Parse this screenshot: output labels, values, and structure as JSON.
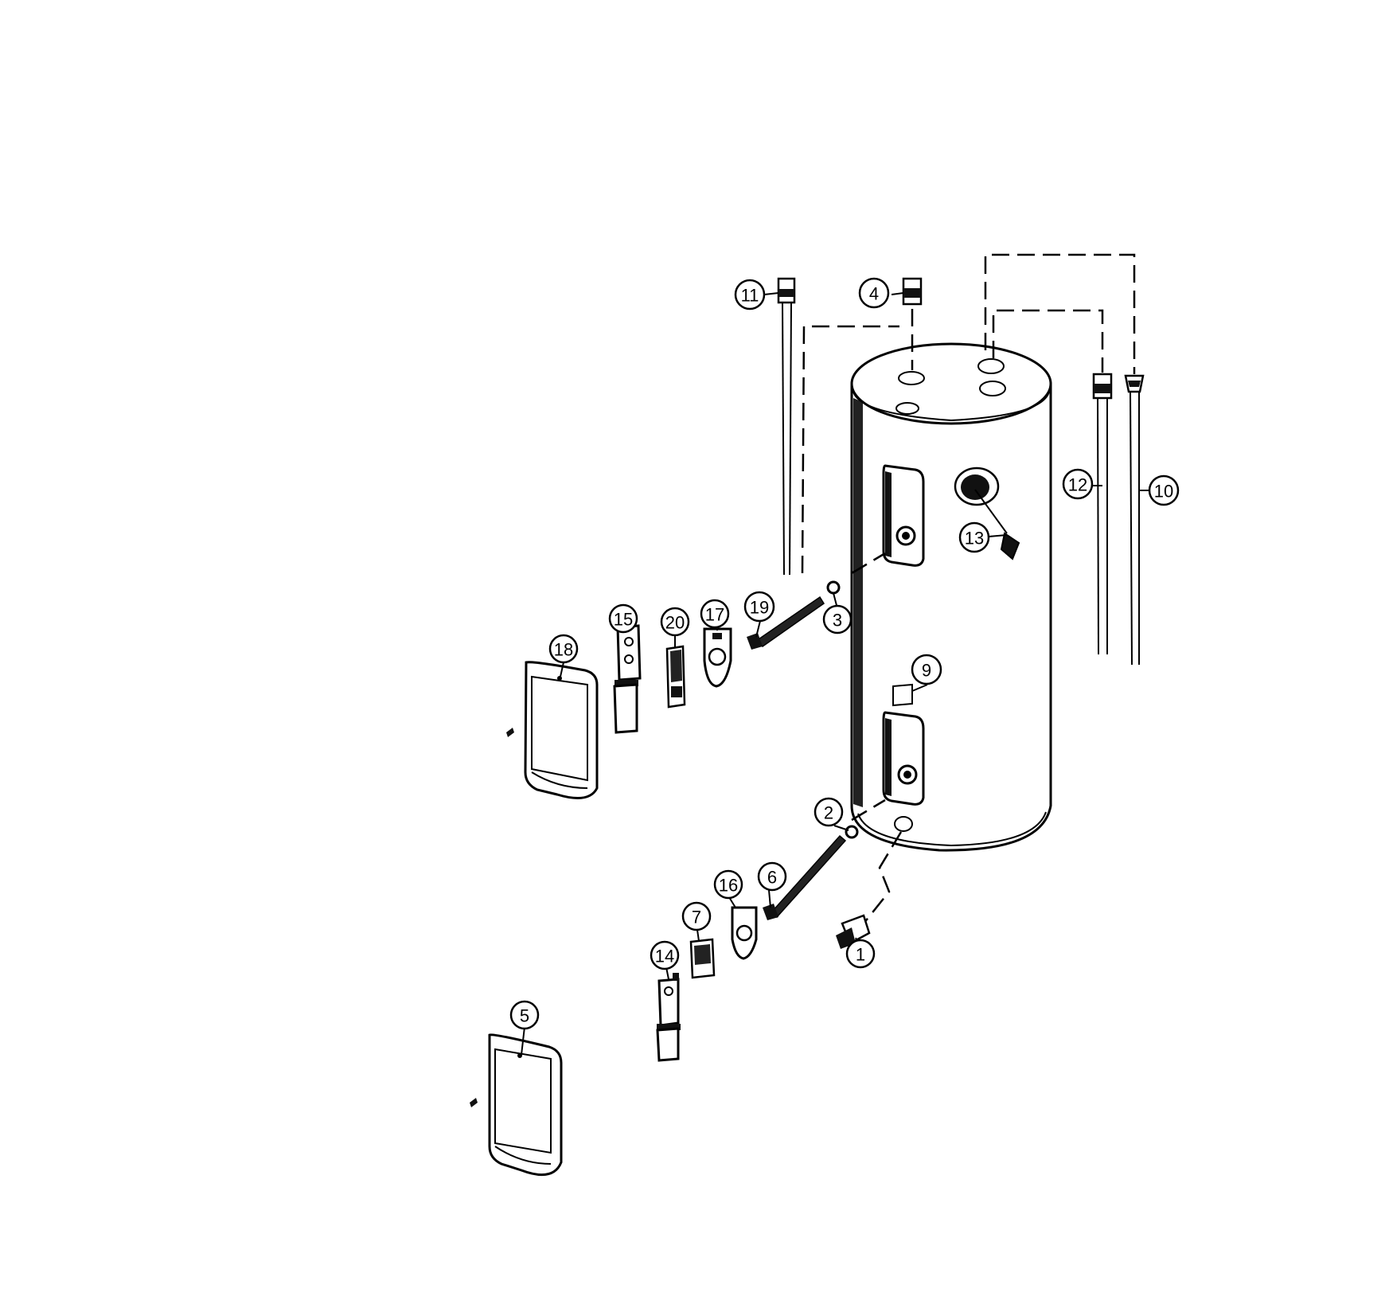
{
  "diagram": {
    "callouts": [
      {
        "id": "c1",
        "label": "1"
      },
      {
        "id": "c2",
        "label": "2"
      },
      {
        "id": "c3",
        "label": "3"
      },
      {
        "id": "c4",
        "label": "4"
      },
      {
        "id": "c5",
        "label": "5"
      },
      {
        "id": "c6",
        "label": "6"
      },
      {
        "id": "c7",
        "label": "7"
      },
      {
        "id": "c9",
        "label": "9"
      },
      {
        "id": "c10",
        "label": "10"
      },
      {
        "id": "c11",
        "label": "11"
      },
      {
        "id": "c12",
        "label": "12"
      },
      {
        "id": "c13",
        "label": "13"
      },
      {
        "id": "c14",
        "label": "14"
      },
      {
        "id": "c15",
        "label": "15"
      },
      {
        "id": "c16",
        "label": "16"
      },
      {
        "id": "c17",
        "label": "17"
      },
      {
        "id": "c18",
        "label": "18"
      },
      {
        "id": "c19",
        "label": "19"
      },
      {
        "id": "c20",
        "label": "20"
      }
    ]
  }
}
